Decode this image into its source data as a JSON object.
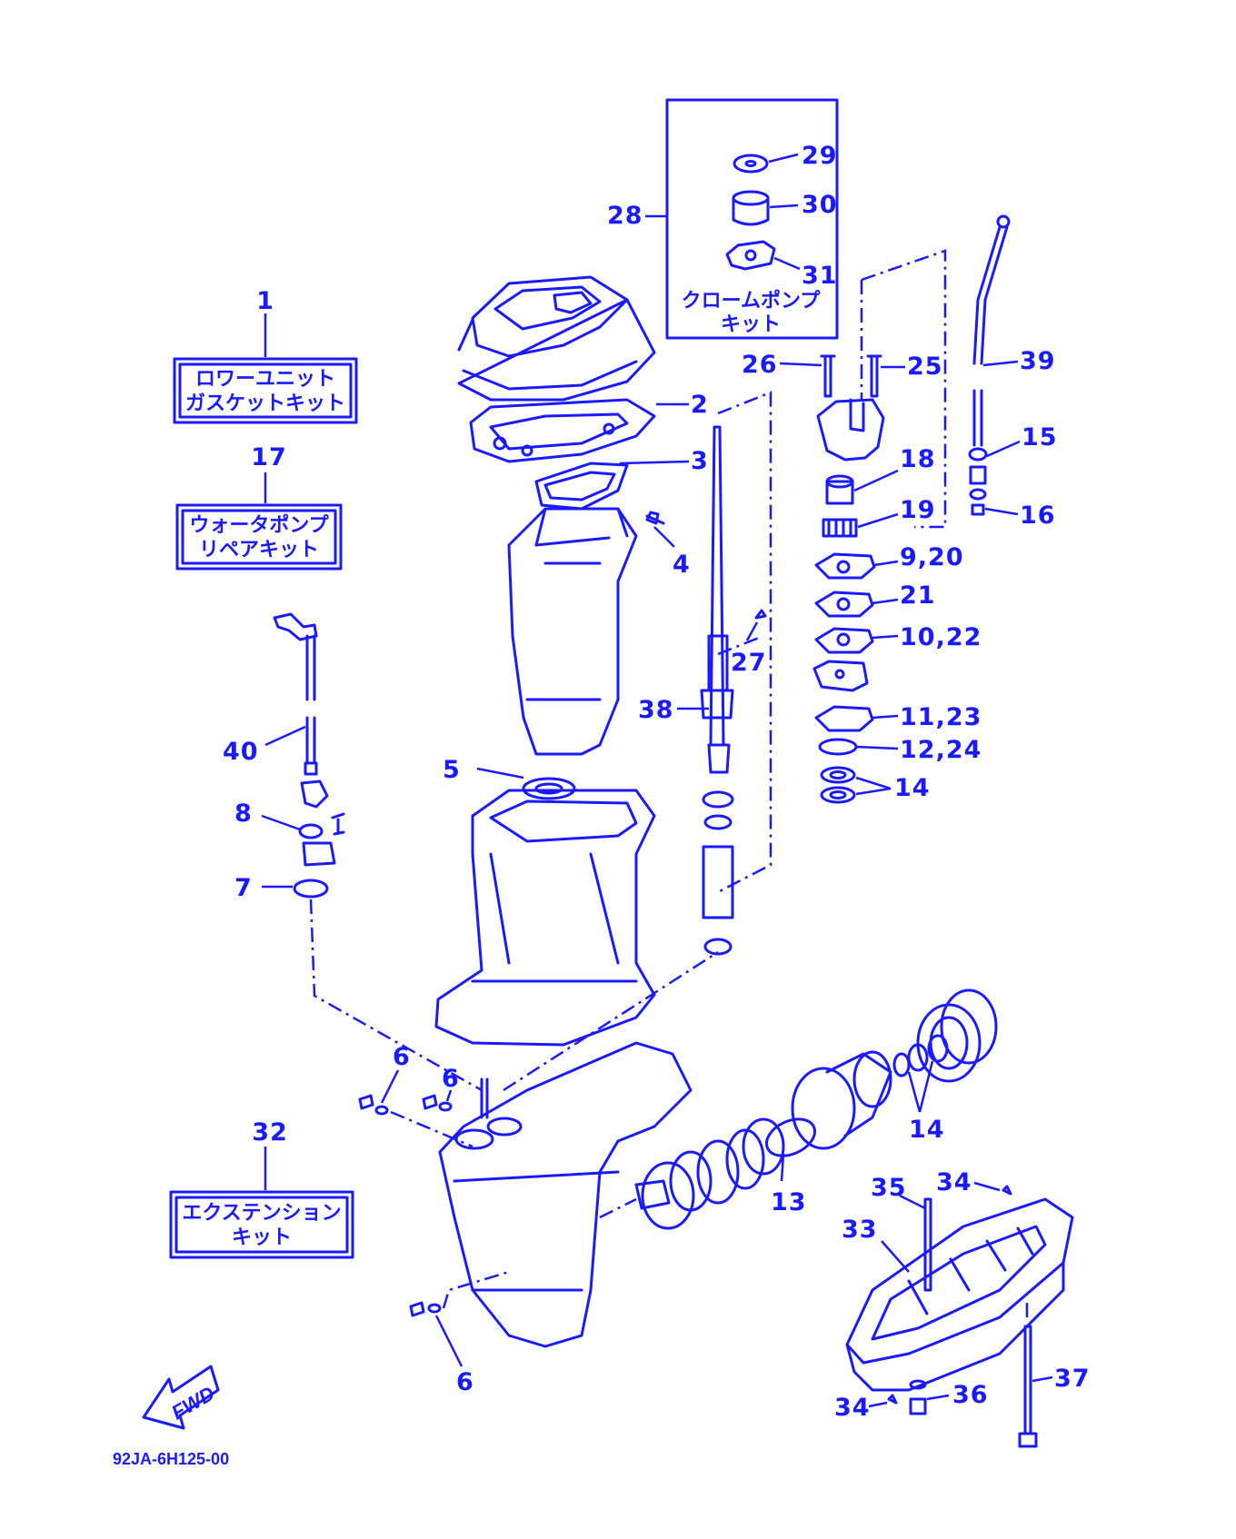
{
  "kits": {
    "lower_unit_gasket": {
      "number": "1",
      "line1": "ロワーユニット",
      "line2": "ガスケットキット"
    },
    "water_pump_repair": {
      "number": "17",
      "line1": "ウォータポンプ",
      "line2": "リペアキット"
    },
    "extension": {
      "number": "32",
      "line1": "エクステンション",
      "line2": "キット"
    },
    "chrome_pump": {
      "number": "28",
      "line1": "クロームポンプ",
      "line2": "キット"
    }
  },
  "callouts": {
    "c2": "2",
    "c3": "3",
    "c4": "4",
    "c5": "5",
    "c6a": "6",
    "c6b": "6",
    "c6c": "6",
    "c7": "7",
    "c8": "8",
    "c9_20": "9,20",
    "c10_22": "10,22",
    "c11_23": "11,23",
    "c12_24": "12,24",
    "c13": "13",
    "c14a": "14",
    "c14b": "14",
    "c15": "15",
    "c16": "16",
    "c18": "18",
    "c19": "19",
    "c21": "21",
    "c25": "25",
    "c26": "26",
    "c27": "27",
    "c29": "29",
    "c30": "30",
    "c31": "31",
    "c33": "33",
    "c34a": "34",
    "c34b": "34",
    "c35": "35",
    "c36": "36",
    "c37": "37",
    "c38": "38",
    "c39": "39",
    "c40": "40"
  },
  "fwd_label": "FWD",
  "diagram_code": "92JA-6H125-00",
  "colors": {
    "ink": "#1a1aff",
    "background": "#ffffff"
  }
}
